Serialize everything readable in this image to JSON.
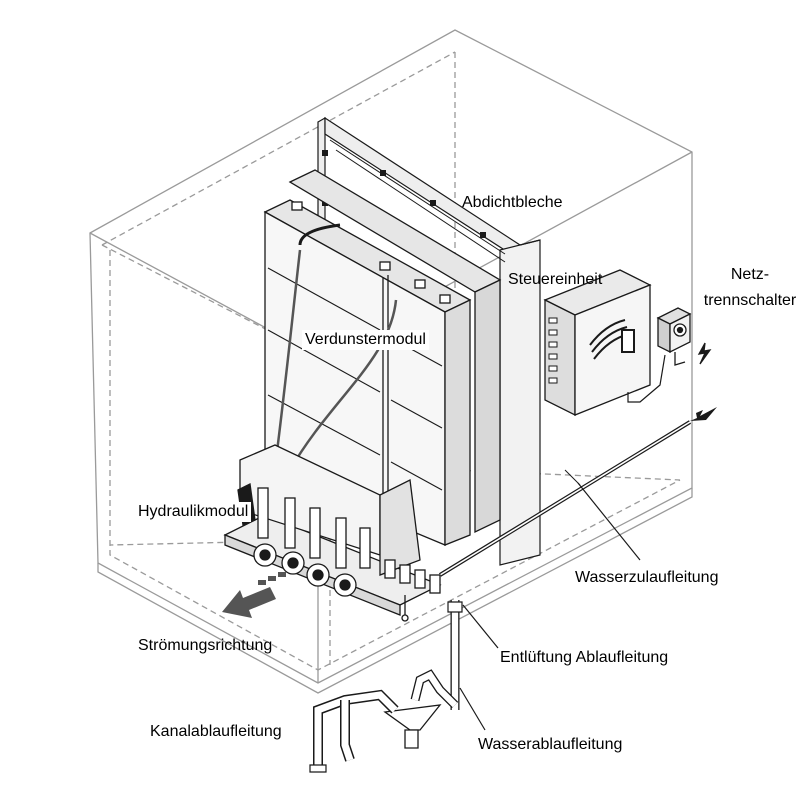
{
  "colors": {
    "line": "#1a1a1a",
    "housing": "#9a9a9a",
    "panel": "#f4f4f4",
    "panel_dark": "#dcdcdc",
    "arrow": "#555555"
  },
  "icons": {
    "flow_arrow": "large-gray-arrow-icon",
    "water_inlet_arrow": "black-arrow-icon",
    "power": "lightning-icon",
    "logo": "wave-logo-icon"
  },
  "labels": {
    "abdichtbleche": "Abdichtbleche",
    "steuereinheit": "Steuereinheit",
    "netztrennschalter_line1": "Netz-",
    "netztrennschalter_line2": "trennschalter",
    "verdunstermodul": "Verdunstermodul",
    "hydraulikmodul": "Hydraulikmodul",
    "wasserzulaufleitung": "Wasserzulaufleitung",
    "stroemungsrichtung": "Strömungsrichtung",
    "entlueftung_ablaufleitung": "Entlüftung Ablaufleitung",
    "kanalablaufleitung": "Kanalablaufleitung",
    "wasserablaufleitung": "Wasserablaufleitung"
  }
}
